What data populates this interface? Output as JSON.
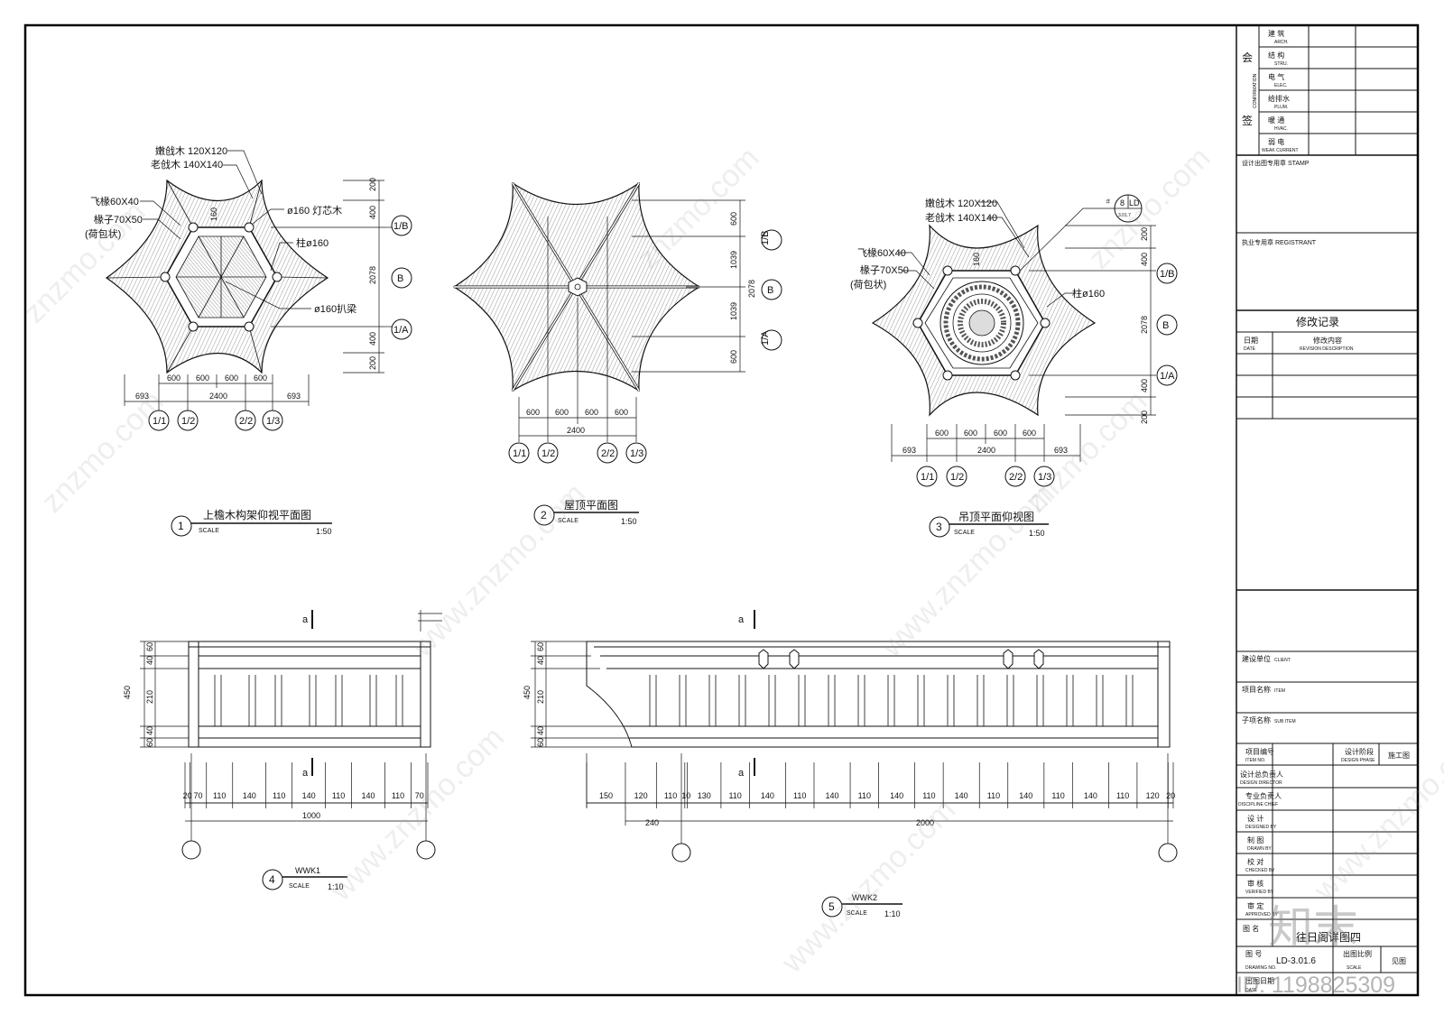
{
  "drawing": {
    "views": [
      {
        "num": "1",
        "title": "上檐木构架仰视平面图",
        "scale_label": "SCALE",
        "scale": "1:50"
      },
      {
        "num": "2",
        "title": "屋顶平面图",
        "scale_label": "SCALE",
        "scale": "1:50"
      },
      {
        "num": "3",
        "title": "吊顶平面仰视图",
        "scale_label": "SCALE",
        "scale": "1:50"
      },
      {
        "num": "4",
        "title": "WWK1",
        "scale_label": "SCALE",
        "scale": "1:10"
      },
      {
        "num": "5",
        "title": "WWK2",
        "scale_label": "SCALE",
        "scale": "1:10"
      }
    ],
    "plan1": {
      "labels": [
        "嫩戗木 120X120",
        "老戗木 140X140",
        "飞椽60X40",
        "椽子70X50",
        "(荷包状)",
        "ø160 灯芯木",
        "柱ø160",
        "ø160扒梁"
      ],
      "dims_top": [
        "600",
        "600",
        "600",
        "600"
      ],
      "total": "2400",
      "side": "693",
      "vdims": [
        "200",
        "400",
        "2078",
        "400",
        "200"
      ],
      "mark160": "160",
      "axes_bottom": [
        "1/1",
        "1/2",
        "2/2",
        "1/3"
      ],
      "axes_right": [
        "1/B",
        "B",
        "1/A"
      ]
    },
    "plan2": {
      "dims": [
        "600",
        "600",
        "600",
        "600"
      ],
      "total": "2400",
      "vdims": [
        "600",
        "1039",
        "2078",
        "1039",
        "600"
      ],
      "axes_bottom": [
        "1/1",
        "1/2",
        "2/2",
        "1/3"
      ],
      "axes_right": [
        "1/B",
        "B",
        "1/A"
      ]
    },
    "plan3": {
      "labels": [
        "嫩戗木 120X120",
        "老戗木 140X140",
        "飞椽60X40",
        "椽子70X50",
        "(荷包状)",
        "柱ø160",
        "详"
      ],
      "detail_tag": [
        "8",
        "LD",
        "3.01.7"
      ],
      "dims": [
        "600",
        "600",
        "600",
        "600"
      ],
      "total": "2400",
      "side": "693",
      "vdims": [
        "200",
        "400",
        "2078",
        "400",
        "200"
      ],
      "mark160": "160",
      "axes_bottom": [
        "1/1",
        "1/2",
        "2/2",
        "1/3"
      ],
      "axes_right": [
        "1/B",
        "B",
        "1/A"
      ]
    },
    "elev1": {
      "section": "a",
      "vdims": [
        "450",
        "60",
        "40",
        "210",
        "40",
        "60"
      ],
      "dims": [
        "20",
        "70",
        "110",
        "140",
        "110",
        "140",
        "110",
        "140",
        "110",
        "70"
      ],
      "total": "1000"
    },
    "elev2": {
      "section": "a",
      "vdims": [
        "450",
        "60",
        "40",
        "210",
        "40",
        "60"
      ],
      "dims": [
        "150",
        "120",
        "110",
        "10",
        "130",
        "110",
        "140",
        "110",
        "140",
        "110",
        "140",
        "110",
        "140",
        "110",
        "140",
        "110",
        "140",
        "110",
        "120",
        "20"
      ],
      "sub": "240",
      "total": "2000"
    }
  },
  "title_block": {
    "confirm_title": "会签",
    "confirm_en": "CONFIRMATION",
    "disciplines": [
      {
        "cn": "建 筑",
        "en": "ARCH."
      },
      {
        "cn": "结 构",
        "en": "STRU."
      },
      {
        "cn": "电 气",
        "en": "ELEC."
      },
      {
        "cn": "给排水",
        "en": "PLUM."
      },
      {
        "cn": "暖 通",
        "en": "HVAC."
      },
      {
        "cn": "弱 电",
        "en": "WEAK CURRENT"
      }
    ],
    "stamp": "设计出图专用章 STAMP",
    "registrant": "执业专用章 REGISTRANT",
    "revision_title": "修改记录",
    "rev_date_cn": "日期",
    "rev_date_en": "DATE",
    "rev_desc_cn": "修改内容",
    "rev_desc_en": "REVISION DESCRIPTION",
    "client_cn": "建设单位",
    "client_en": "CLIENT",
    "item_cn": "项目名称",
    "item_en": "ITEM",
    "subitem_cn": "子项名称",
    "subitem_en": "SUB ITEM",
    "item_no_cn": "项目编号",
    "item_no_en": "ITEM NO.",
    "phase_cn": "设计阶段",
    "phase_en": "DESIGN PHASE",
    "phase_val": "施工图",
    "roles": [
      {
        "cn": "设计总负责人",
        "en": "DESIGN DIRECTOR"
      },
      {
        "cn": "专业负责人",
        "en": "DISCIPLINE CHIEF"
      },
      {
        "cn": "设 计",
        "en": "DESIGNED BY"
      },
      {
        "cn": "制 图",
        "en": "DRAWN BY"
      },
      {
        "cn": "校 对",
        "en": "CHECKED BY"
      },
      {
        "cn": "审 核",
        "en": "VERIFIED BY"
      },
      {
        "cn": "审 定",
        "en": "APPROVED BY"
      }
    ],
    "drawing_title_cn": "图 名",
    "drawing_title_val": "往日阁详图四",
    "drawing_no_cn": "图 号",
    "drawing_no_en": "DRAWING NO.",
    "drawing_no_val": "LD-3.01.6",
    "scale_cn": "出图比例",
    "scale_en": "SCALE",
    "scale_val": "见图",
    "date_cn": "出图日期",
    "date_en": "DATE"
  },
  "watermark": {
    "site": "znzmo.com",
    "url": "www.znzmo.com",
    "brand": "知末",
    "id": "ID: 1198825309"
  }
}
